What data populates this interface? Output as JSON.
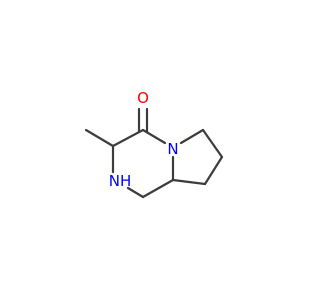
{
  "molecule": {
    "atoms": {
      "oxygen": {
        "label": "O",
        "color": "#ff0000"
      },
      "ring_nitrogen": {
        "label": "N",
        "color": "#0000ff"
      },
      "amine": {
        "label": "NH",
        "color": "#0000ff"
      }
    },
    "bond_color": "#3c3c3c"
  }
}
